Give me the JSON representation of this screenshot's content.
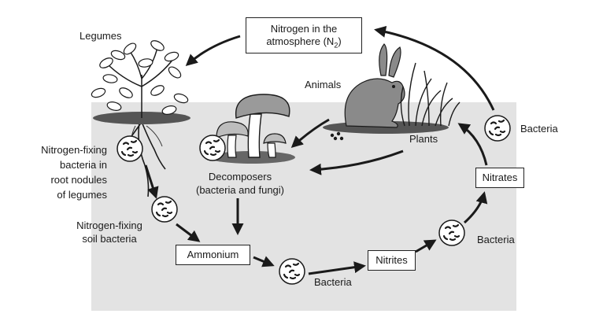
{
  "atmosphere": {
    "line1": "Nitrogen in the",
    "line2": "atmosphere (N",
    "sub": "2",
    "close": ")"
  },
  "labels": {
    "legumes": "Legumes",
    "animals": "Animals",
    "plants": "Plants",
    "bacteria_right_top": "Bacteria",
    "bacteria_right_mid": "Bacteria",
    "bacteria_bottom": "Bacteria",
    "fixing_nodules": [
      "Nitrogen-fixing",
      "bacteria in",
      "root nodules",
      "of legumes"
    ],
    "fixing_soil": [
      "Nitrogen-fixing",
      "soil bacteria"
    ],
    "decomposers": [
      "Decomposers",
      "(bacteria and fungi)"
    ]
  },
  "boxes": {
    "ammonium": "Ammonium",
    "nitrites": "Nitrites",
    "nitrates": "Nitrates"
  },
  "colors": {
    "soil_panel": "#e3e3e3",
    "ink": "#1a1a1a"
  }
}
